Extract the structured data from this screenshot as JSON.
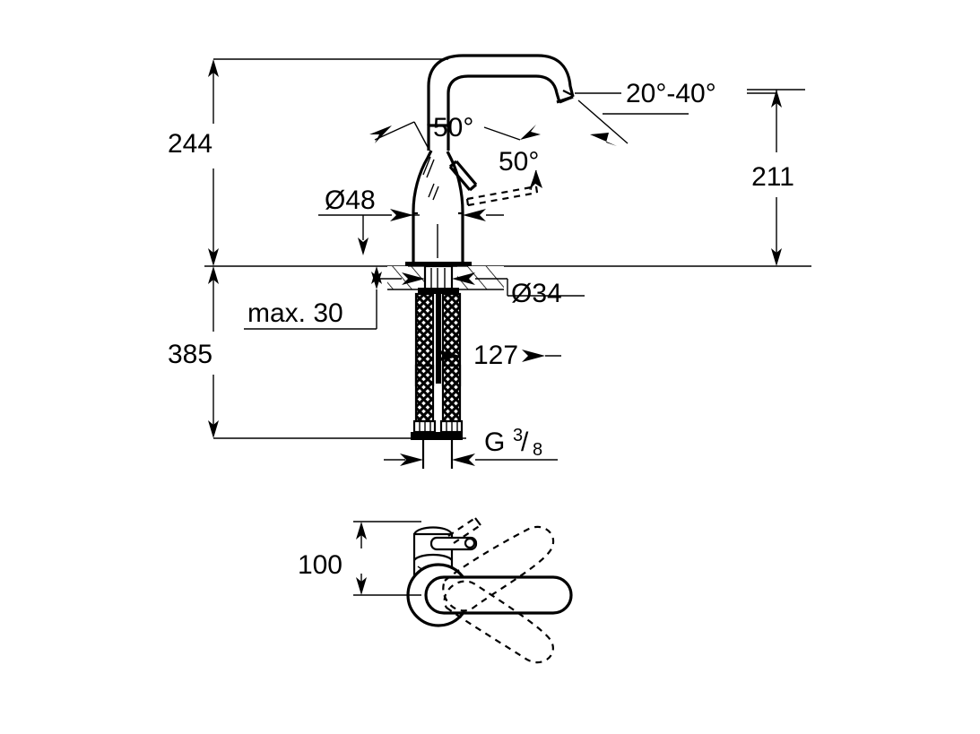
{
  "document": {
    "type": "technical-dimension-drawing",
    "subject": "Single-lever basin mixer tap",
    "background_color": "#ffffff",
    "line_color": "#000000",
    "units": "mm"
  },
  "dimensions": {
    "height_above_counter": "244",
    "spout_height": "211",
    "body_diameter": "Ø48",
    "mounting_hole_diameter": "Ø34",
    "counter_thickness_max": "max. 30",
    "total_below_counter": "385",
    "hose_length": "127",
    "thread_label_main": "G",
    "thread_label_numerator": "3",
    "thread_label_slash": "/",
    "thread_label_denominator": "8",
    "lever_height": "100"
  },
  "angles": {
    "lever_lift_left": "50°",
    "lever_swivel_right": "50°",
    "spout_outlet_range": "20°-40°"
  },
  "views": {
    "elevation_label": "front-elevation",
    "plan_label": "top-plan-lever-swing"
  },
  "labels": [
    {
      "id": "dim-244",
      "text": "244"
    },
    {
      "id": "dim-211",
      "text": "211"
    },
    {
      "id": "dim-d48",
      "text": "Ø48"
    },
    {
      "id": "dim-d34",
      "text": "Ø34"
    },
    {
      "id": "dim-max30",
      "text": "max. 30"
    },
    {
      "id": "dim-385",
      "text": "385"
    },
    {
      "id": "dim-127",
      "text": "127"
    },
    {
      "id": "ang-50-left",
      "text": "50°"
    },
    {
      "id": "ang-50-right",
      "text": "50°"
    },
    {
      "id": "ang-20-40",
      "text": "20°-40°"
    },
    {
      "id": "dim-100",
      "text": "100"
    }
  ]
}
